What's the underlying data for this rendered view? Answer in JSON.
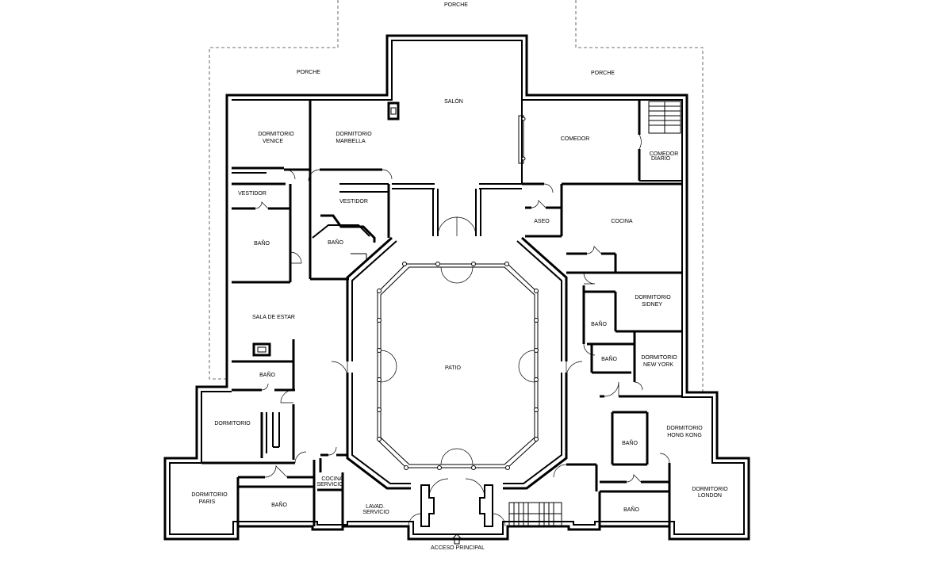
{
  "rooms": {
    "porche_top": "PORCHE",
    "porche_left": "PORCHE",
    "porche_right": "PORCHE",
    "salon": "SALÓN",
    "comedor": "COMEDOR",
    "comedor_diario_1": "COMEDOR",
    "comedor_diario_2": "DIARIO",
    "dorm_venice_1": "DORMITORIO",
    "dorm_venice_2": "VENICE",
    "dorm_marbella_1": "DORMITORIO",
    "dorm_marbella_2": "MARBELLA",
    "vestidor_left": "VESTIDOR",
    "vestidor_mid": "VESTIDOR",
    "bano_left": "BAÑO",
    "bano_mid": "BAÑO",
    "aseo": "ASEO",
    "cocina": "COCINA",
    "dorm_sidney_1": "DORMITORIO",
    "dorm_sidney_2": "SIDNEY",
    "bano_sidney": "BAÑO",
    "bano_ny": "BAÑO",
    "dorm_ny_1": "DORMITORIO",
    "dorm_ny_2": "NEW YORK",
    "sala_estar": "SALA DE ESTAR",
    "bano_sala": "BAÑO",
    "patio": "PATIO",
    "dormitorio": "DORMITORIO",
    "dorm_hk_1": "DORMITORIO",
    "dorm_hk_2": "HONG KONG",
    "bano_hk": "BAÑO",
    "dorm_paris_1": "DORMITORIO",
    "dorm_paris_2": "PARIS",
    "bano_paris": "BAÑO",
    "cocina_servicio_1": "COCINA",
    "cocina_servicio_2": "SERVICIO",
    "lavad_servicio_1": "LAVAD.",
    "lavad_servicio_2": "SERVICIO",
    "bano_london": "BAÑO",
    "dorm_london_1": "DORMITORIO",
    "dorm_london_2": "LONDON",
    "acceso": "ACCESO PRINCIPAL"
  }
}
